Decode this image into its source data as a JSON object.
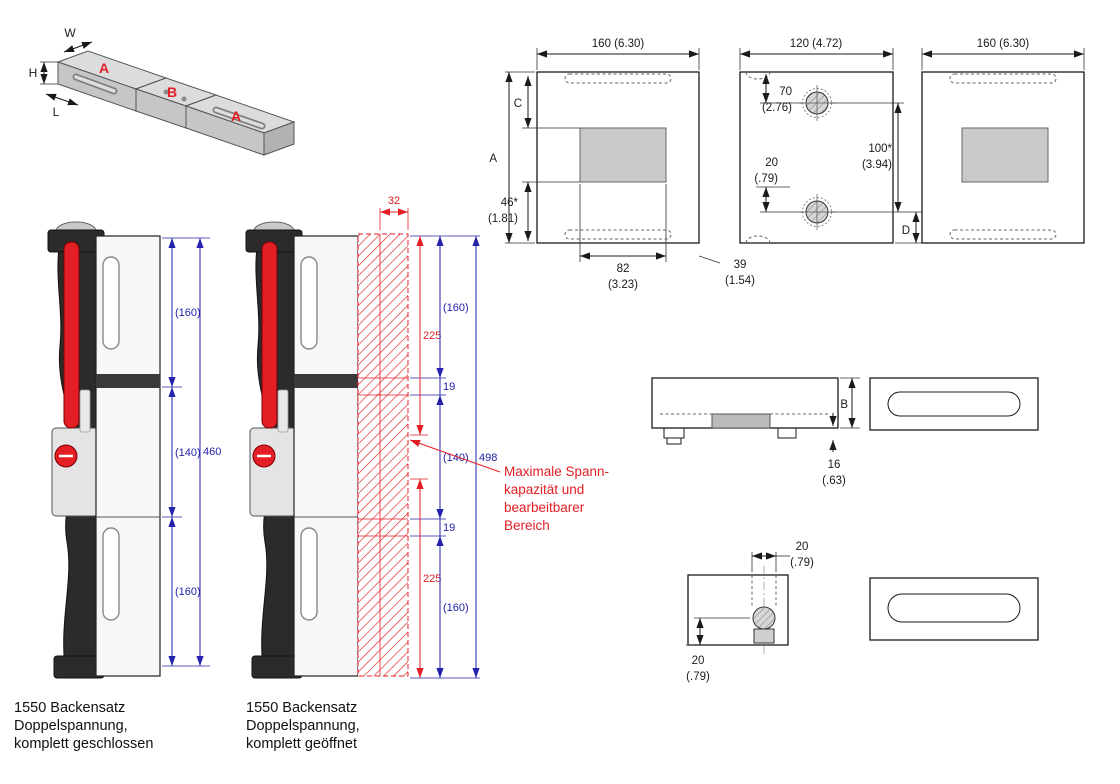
{
  "colors": {
    "accent_red": "#e31e24",
    "dimension_blue": "#2222aa",
    "line_black": "#1a1a1a",
    "fill_gray": "#c9c9c9",
    "jaw_dark": "#2b2b2b"
  },
  "iso": {
    "dim_w": "W",
    "dim_h": "H",
    "dim_l": "L",
    "block_a_top": "A",
    "block_b": "B",
    "block_a_bottom": "A"
  },
  "closed_view": {
    "dim_160_top": "(160)",
    "dim_140": "(140)",
    "dim_160_bottom": "(160)",
    "dim_total": "460",
    "caption": [
      "1550 Backensatz",
      "Doppelspannung,",
      "komplett geschlossen"
    ]
  },
  "open_view": {
    "dim_32": "32",
    "dim_160_top": "(160)",
    "dim_225_top": "225",
    "dim_19_top": "19",
    "dim_140": "(140)",
    "dim_19_bottom": "19",
    "dim_225_bottom": "225",
    "dim_160_bottom": "(160)",
    "dim_total": "498",
    "caption": [
      "1550 Backensatz",
      "Doppelspannung,",
      "komplett geöffnet"
    ]
  },
  "annotation": {
    "lines": [
      "Maximale Spann-",
      "kapazität und",
      "bearbeitbarer",
      "Bereich"
    ]
  },
  "plan_left": {
    "dim_width": "160 (6.30)",
    "dim_a": "A",
    "dim_c": "C",
    "dim_46": "46*",
    "dim_46_inch": "(1.81)",
    "dim_82": "82",
    "dim_82_inch": "(3.23)",
    "dim_39": "39",
    "dim_39_inch": "(1.54)"
  },
  "plan_middle": {
    "dim_width": "120 (4.72)",
    "dim_70": "70",
    "dim_70_inch": "(2.76)",
    "dim_20": "20",
    "dim_20_inch": "(.79)",
    "dim_100": "100*",
    "dim_100_inch": "(3.94)",
    "dim_d": "D"
  },
  "plan_right": {
    "dim_width": "160 (6.30)"
  },
  "side_view": {
    "dim_b": "B",
    "dim_16": "16",
    "dim_16_inch": "(.63)"
  },
  "detail_view": {
    "dim_20_top": "20",
    "dim_20_top_inch": "(.79)",
    "dim_20_side": "20",
    "dim_20_side_inch": "(.79)"
  }
}
